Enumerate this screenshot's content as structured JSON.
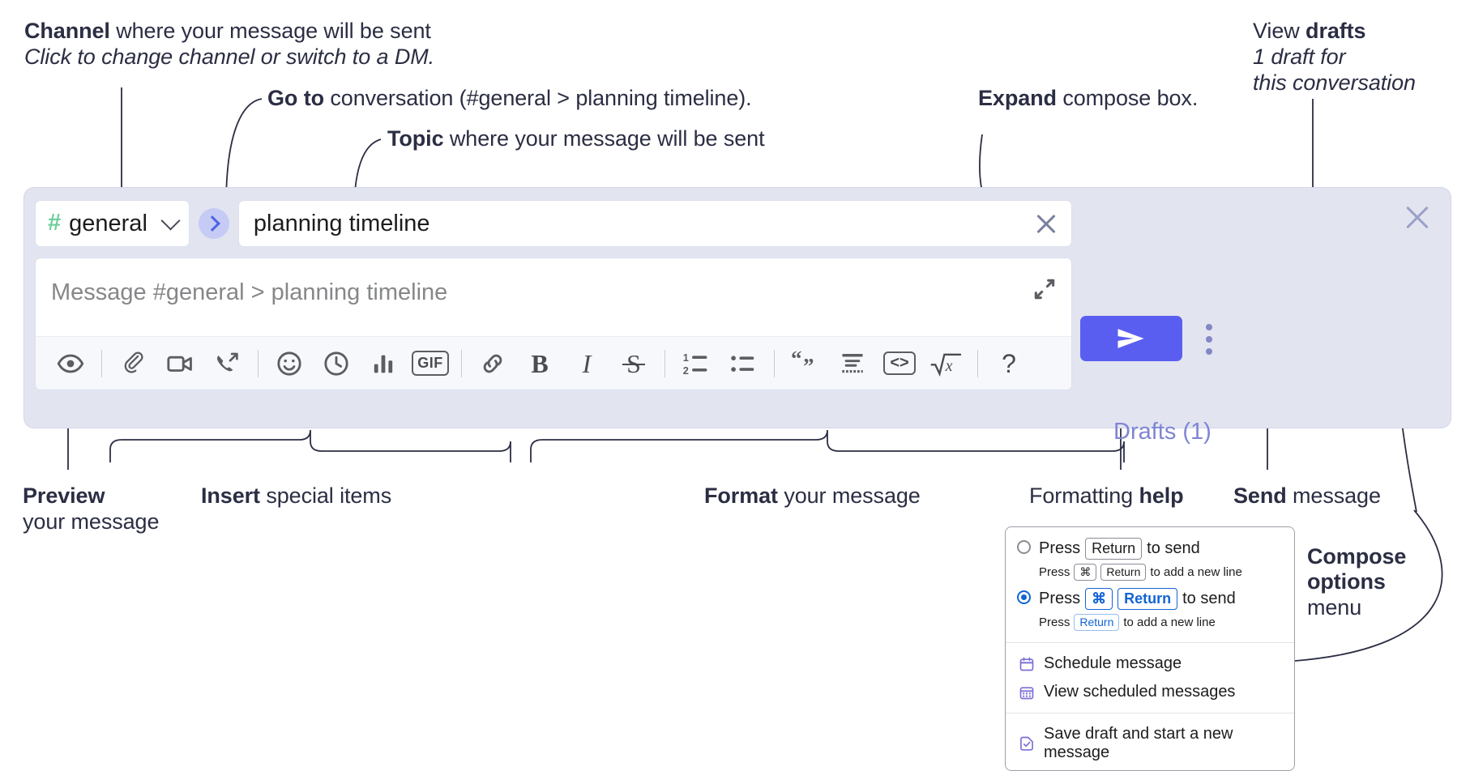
{
  "annotations": {
    "channel": {
      "bold": "Channel",
      "rest": " where your message will be sent",
      "sub": "Click to change channel or switch to a DM."
    },
    "goto": {
      "bold": "Go to",
      "rest": " conversation (#general > planning timeline)."
    },
    "topic": {
      "bold": "Topic",
      "rest": " where your message will be sent"
    },
    "expand": {
      "bold": "Expand",
      "rest": " compose box."
    },
    "drafts": {
      "pre": "View ",
      "bold": "drafts",
      "sub1": "1 draft for",
      "sub2": "this conversation"
    },
    "preview": {
      "bold": "Preview",
      "sub": "your message"
    },
    "insert": {
      "bold": "Insert",
      "rest": " special items"
    },
    "format": {
      "bold": "Format",
      "rest": " your message"
    },
    "help": {
      "pre": "Formatting ",
      "bold": "help"
    },
    "send": {
      "bold": "Send",
      "rest": " message"
    },
    "compose_options": {
      "bold1": "Compose",
      "bold2": "options",
      "rest": "menu"
    }
  },
  "compose": {
    "channel": {
      "hash": "#",
      "name": "general",
      "chevron": "chevron-down-icon"
    },
    "goto_label": "go-to-conversation",
    "topic": {
      "value": "planning timeline",
      "clear": "clear-topic-icon"
    },
    "message": {
      "placeholder": "Message #general > planning timeline",
      "value": ""
    },
    "expand_label": "expand-compose-box",
    "drafts_label": "Drafts (1)",
    "send_label": "send-message",
    "options_label": "compose-options-menu",
    "close_label": "close-compose"
  },
  "toolbar": {
    "groups": [
      {
        "name": "preview",
        "items": [
          {
            "name": "preview-icon",
            "title": "Preview"
          }
        ]
      },
      {
        "name": "insert",
        "items": [
          {
            "name": "attachment-icon",
            "title": "Attach file"
          },
          {
            "name": "video-icon",
            "title": "Record video clip"
          },
          {
            "name": "audio-icon",
            "title": "Record audio clip"
          }
        ]
      },
      {
        "name": "insert2",
        "items": [
          {
            "name": "emoji-icon",
            "title": "Emoji"
          },
          {
            "name": "clock-icon",
            "title": "Schedule"
          },
          {
            "name": "poll-icon",
            "title": "Poll"
          },
          {
            "name": "gif-icon",
            "title": "GIF",
            "label": "GIF"
          }
        ]
      },
      {
        "name": "format",
        "items": [
          {
            "name": "link-icon",
            "title": "Link"
          },
          {
            "name": "bold-icon",
            "title": "Bold",
            "label": "B"
          },
          {
            "name": "italic-icon",
            "title": "Italic",
            "label": "I"
          },
          {
            "name": "strikethrough-icon",
            "title": "Strikethrough",
            "label": "S"
          }
        ]
      },
      {
        "name": "lists",
        "items": [
          {
            "name": "ordered-list-icon",
            "title": "Ordered list"
          },
          {
            "name": "bulleted-list-icon",
            "title": "Bulleted list"
          }
        ]
      },
      {
        "name": "blocks",
        "items": [
          {
            "name": "blockquote-icon",
            "title": "Blockquote"
          },
          {
            "name": "code-block-icon",
            "title": "Code block"
          },
          {
            "name": "code-icon",
            "title": "Code"
          },
          {
            "name": "latex-icon",
            "title": "Math"
          }
        ]
      },
      {
        "name": "help",
        "items": [
          {
            "name": "help-icon",
            "title": "Formatting help",
            "label": "?"
          }
        ]
      }
    ]
  },
  "options_menu": {
    "send_options": [
      {
        "selected": false,
        "main": [
          {
            "t": "text",
            "v": "Press"
          },
          {
            "t": "key",
            "v": "Return"
          },
          {
            "t": "text",
            "v": "to send"
          }
        ],
        "sub": [
          {
            "t": "text",
            "v": "Press"
          },
          {
            "t": "key",
            "v": "⌘"
          },
          {
            "t": "key",
            "v": "Return"
          },
          {
            "t": "text",
            "v": "to add a new line"
          }
        ]
      },
      {
        "selected": true,
        "main": [
          {
            "t": "text",
            "v": "Press"
          },
          {
            "t": "keyblue",
            "v": "⌘"
          },
          {
            "t": "keyblue",
            "v": "Return"
          },
          {
            "t": "text",
            "v": "to send"
          }
        ],
        "sub": [
          {
            "t": "text",
            "v": "Press"
          },
          {
            "t": "keyblue-light",
            "v": "Return"
          },
          {
            "t": "text",
            "v": "to add a new line"
          }
        ]
      }
    ],
    "items": [
      {
        "icon": "calendar-icon",
        "label": "Schedule message"
      },
      {
        "icon": "calendar-grid-icon",
        "label": "View scheduled messages"
      },
      {
        "icon": "save-draft-icon",
        "label": "Save draft and start a new message",
        "divider_before": true
      }
    ]
  },
  "colors": {
    "panel_bg": "#e2e4f0",
    "send_purple": "#5a5ef0",
    "drafts_purple": "#7f85d3",
    "channel_green": "#6ecf9b",
    "goto_blue": "#4f63e0",
    "accent_blue": "#1264d4",
    "menu_icon_purple": "#7b6fd6"
  }
}
